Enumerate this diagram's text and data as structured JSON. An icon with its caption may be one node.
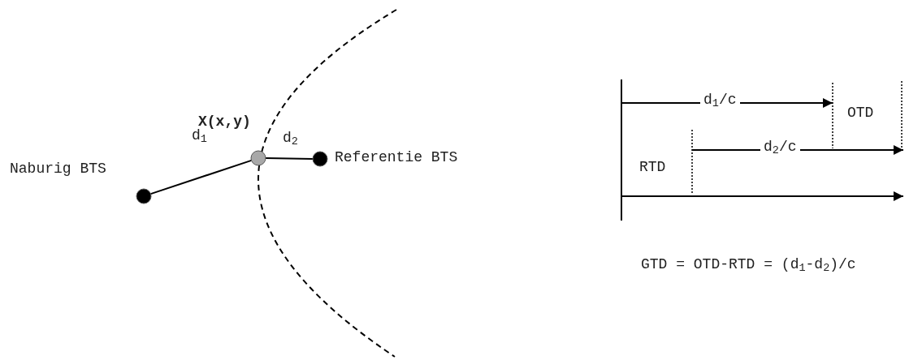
{
  "diagram": {
    "nodes": [
      {
        "text": [],
        "shape": "circle",
        "beside": [
          "Naburig BTS"
        ]
      },
      {
        "text": [],
        "shape": "circle",
        "beside": [
          "X(x,y)"
        ]
      },
      {
        "text": [],
        "shape": "circle",
        "beside": [
          "Referentie BTS"
        ]
      }
    ],
    "edges": [
      {
        "from": 0,
        "to": 1,
        "arrow": "none",
        "label": "d$_{1}$"
      },
      {
        "from": 1,
        "to": 2,
        "arrow": "none",
        "label": "d$_{2}$"
      }
    ],
    "labels": [
      "d$_{1}$/c",
      "OTD",
      "d$_{2}$/c",
      "RTD",
      "GTD = OTD-RTD = (d$_{1}$-d$_{2}$)/c"
    ]
  }
}
